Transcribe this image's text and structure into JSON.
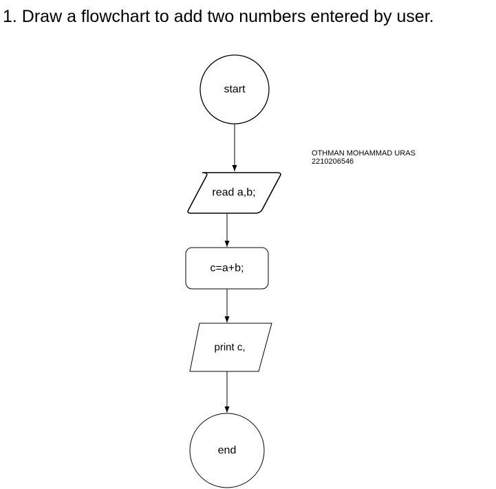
{
  "heading": "1. Draw a flowchart to add two numbers entered by user.",
  "author": {
    "name": "OTHMAN MOHAMMAD URAS",
    "id": "2210206546"
  },
  "nodes": {
    "start": "start",
    "input": "read a,b;",
    "process": "c=a+b;",
    "output": "print c,",
    "end": "end"
  }
}
